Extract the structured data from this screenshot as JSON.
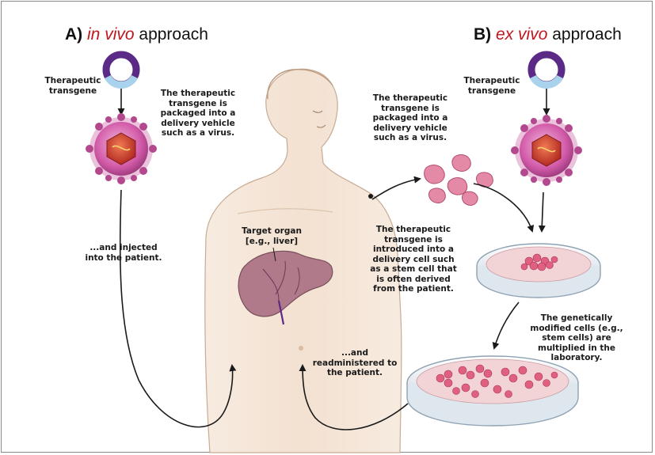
{
  "panel_a": {
    "letter": "A)",
    "latin": "in vivo",
    "approach": "approach",
    "transgene_label": "Therapeutic transgene",
    "packaging_text": "The therapeutic transgene is packaged into a delivery vehicle such as a virus.",
    "injection_text": "...and injected into the patient.",
    "target_organ_text": "Target organ [e.g., liver]"
  },
  "panel_b": {
    "letter": "B)",
    "latin": "ex vivo",
    "approach": "approach",
    "transgene_label": "Therapeutic transgene",
    "packaging_text": "The therapeutic transgene is packaged into a delivery vehicle such as a virus.",
    "delivery_cell_text": "The therapeutic transgene is introduced into a delivery cell such as a stem cell that is often derived from the patient.",
    "multiply_text": "The genetically modified cells (e.g., stem cells) are multiplied in the laboratory.",
    "readminister_text": "...and readministered to the patient."
  },
  "colors": {
    "heading_accent": "#c0161c",
    "plasmid": "#5b2a86",
    "plasmid_segment": "#a9d3ec",
    "virus_body": "#d25aa8",
    "virus_core": "#c8372e",
    "skin": "#f4e2d3",
    "liver": "#b07a8a",
    "cells": "#e58aa6",
    "dish": "#dfe7ee"
  }
}
